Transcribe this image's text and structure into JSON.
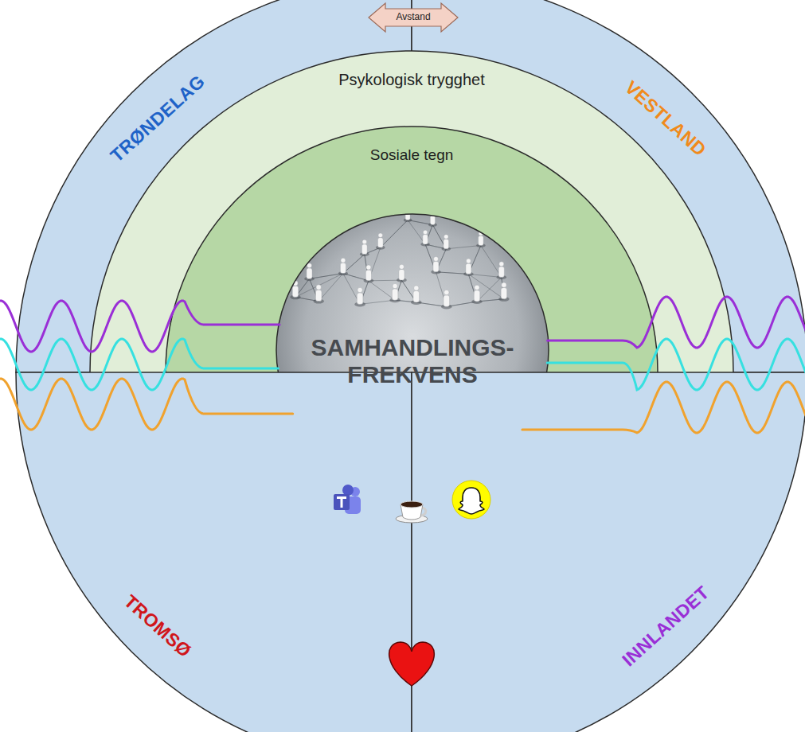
{
  "diagram": {
    "nodes": [
      {
        "text": [
          "TRØNDELAG"
        ]
      },
      {
        "text": [
          "VESTLAND"
        ]
      },
      {
        "text": [
          "Psykologisk trygghet"
        ]
      },
      {
        "text": [
          "Sosiale tegn"
        ],
        "in": 2
      },
      {
        "text": [
          "SAMHANDLINGS- FREKVENS"
        ],
        "in": 3
      },
      {
        "text": [
          "TROMSØ"
        ]
      },
      {
        "text": [
          "INNLANDET"
        ]
      }
    ],
    "labels": [
      "Avstand"
    ]
  }
}
